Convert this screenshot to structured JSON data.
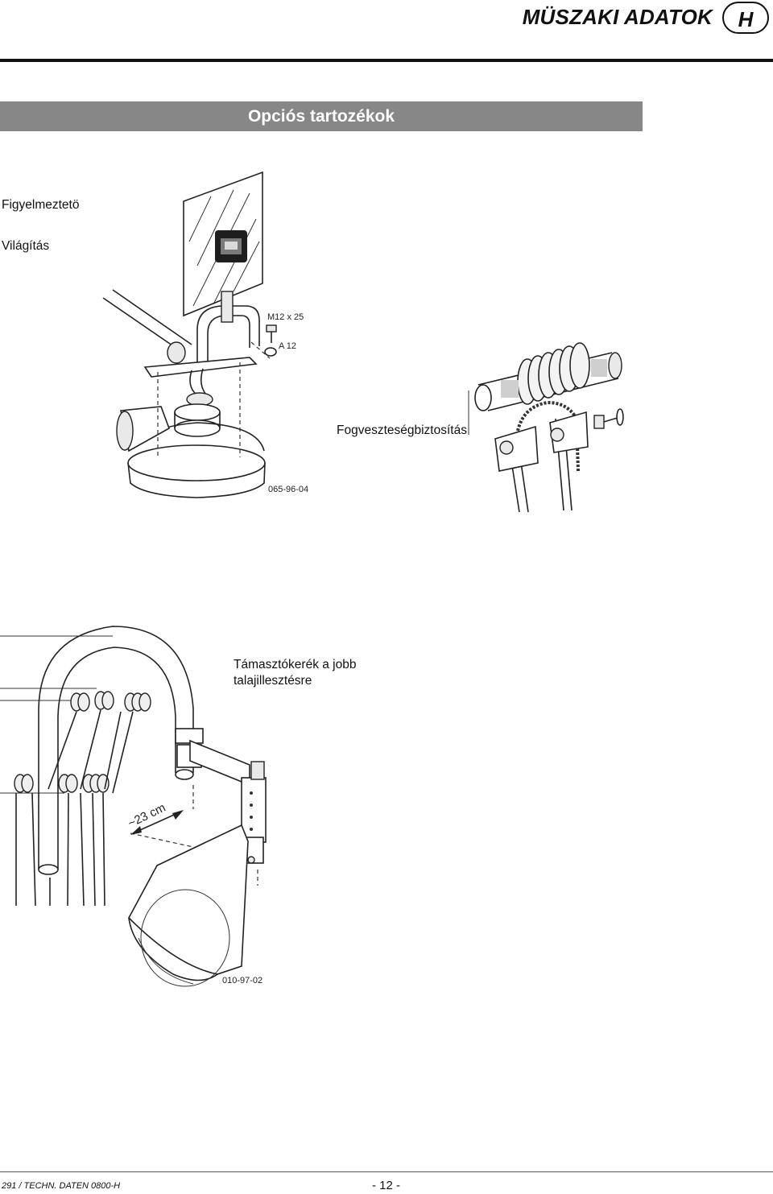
{
  "header": {
    "title": "MÜSZAKI ADATOK",
    "lang_badge": "H"
  },
  "section": {
    "title": "Opciós tartozékok"
  },
  "labels": {
    "warning_line1": "Figyelmeztetö",
    "warning_line2": "Világítás",
    "tine_loss": "Fogveszteségbiztosítás",
    "support_line1": "Támasztókerék a jobb",
    "support_line2": "talajillesztésre"
  },
  "figure1": {
    "bolt_label": "M12 x 25",
    "washer_label": "A 12",
    "ref_code": "065-96-04"
  },
  "figure3": {
    "dimension": "~23 cm",
    "ref_code": "010-97-02"
  },
  "footer": {
    "doc_ref": "291 / TECHN. DATEN 0800-H",
    "page": "- 12 -"
  },
  "icons": [
    "warning-light-illustration",
    "tine-loss-protection-illustration",
    "support-wheel-illustration"
  ]
}
